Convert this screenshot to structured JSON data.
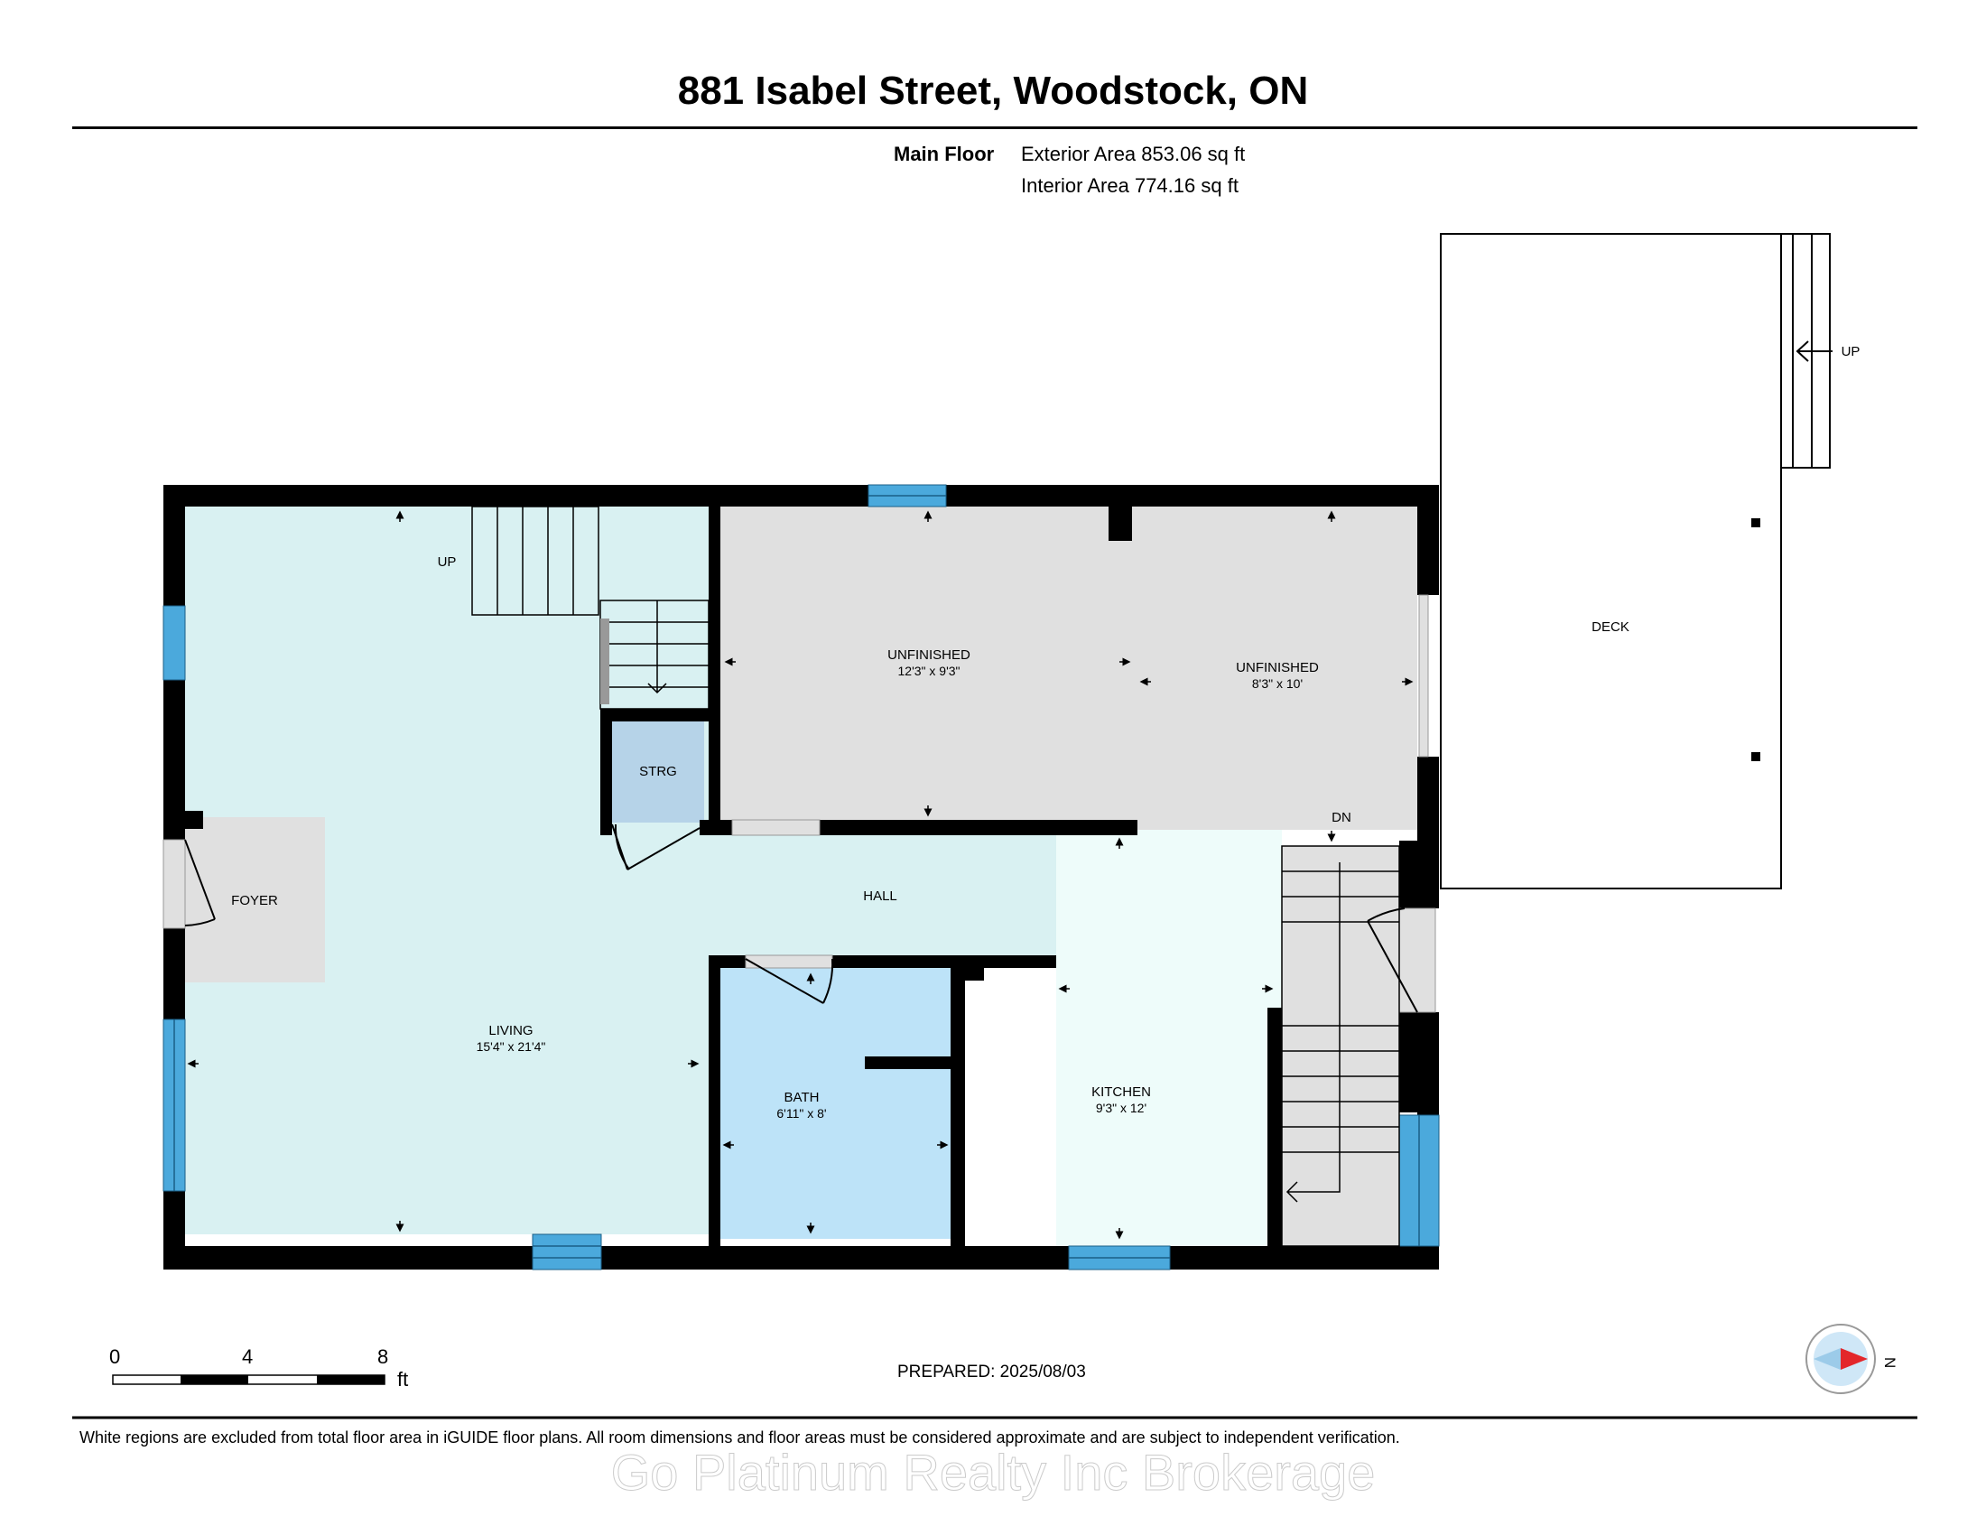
{
  "header": {
    "title": "881 Isabel Street, Woodstock, ON",
    "floor_label": "Main Floor",
    "exterior_area": "Exterior Area 853.06 sq ft",
    "interior_area": "Interior Area 774.16 sq ft"
  },
  "rooms": {
    "unfinished_1": {
      "name": "UNFINISHED",
      "dims": "12'3\" x 9'3\""
    },
    "unfinished_2": {
      "name": "UNFINISHED",
      "dims": "8'3\" x 10'"
    },
    "storage": {
      "name": "STRG"
    },
    "foyer": {
      "name": "FOYER"
    },
    "hall": {
      "name": "HALL"
    },
    "living": {
      "name": "LIVING",
      "dims": "15'4\" x 21'4\""
    },
    "bath": {
      "name": "BATH",
      "dims": "6'11\" x 8'"
    },
    "kitchen": {
      "name": "KITCHEN",
      "dims": "9'3\" x 12'"
    },
    "deck": {
      "name": "DECK"
    }
  },
  "stairs": {
    "main_up": "UP",
    "deck_up": "UP",
    "basement_down": "DN"
  },
  "colors": {
    "living": "#d9f1f2",
    "unfinished": "#e0e0e0",
    "storage": "#b6d3e8",
    "bath": "#bde3f8",
    "kitchen": "#eefcfa",
    "window": "#4ba9dc",
    "wall": "#000000"
  },
  "scale": {
    "ticks": [
      "0",
      "4",
      "8"
    ],
    "unit": "ft"
  },
  "compass": {
    "label": "N"
  },
  "prepared": "PREPARED: 2025/08/03",
  "footnote": "White regions are excluded from total floor area in iGUIDE floor plans. All room dimensions and floor areas must be considered approximate and are subject to independent verification.",
  "watermark": "Go Platinum Realty Inc Brokerage"
}
